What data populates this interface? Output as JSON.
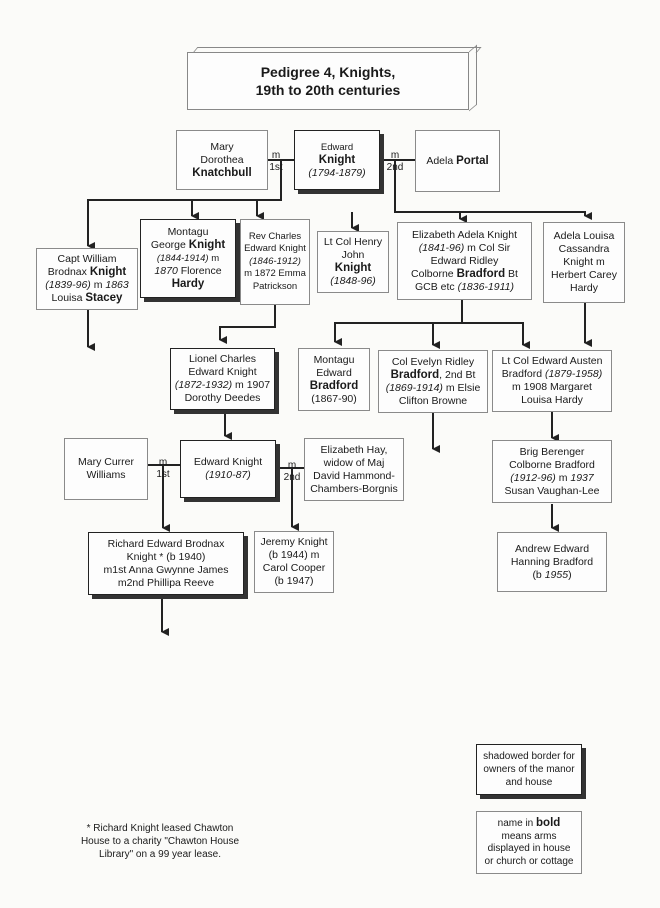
{
  "title": {
    "line1": "Pedigree 4, Knights,",
    "line2": "19th to 20th centuries"
  },
  "people": {
    "mary_k": {
      "a": "Mary",
      "b": "Dorothea",
      "c": "Knatchbull"
    },
    "edward": {
      "a": "Edward",
      "b": "Knight",
      "c": "(1794-1879)"
    },
    "adela": {
      "a": "Adela ",
      "b": "Portal"
    },
    "william": {
      "a": "Capt William",
      "b": "Brodnax ",
      "c": "Knight",
      "d": "(1839-96)",
      "e": " m ",
      "f": "1863",
      "g": "Louisa ",
      "h": "Stacey"
    },
    "montagu_g": {
      "a": "Montagu",
      "b": "George ",
      "c": "Knight",
      "d": "(1844-1914)",
      "e": " m",
      "f": "1870",
      "g": " Florence",
      "h": "Hardy"
    },
    "charles": {
      "a": "Rev Charles",
      "b": "Edward Knight",
      "c": "(1846-1912)",
      "d": "m 1872 Emma",
      "e": "Patrickson"
    },
    "henry": {
      "a": "Lt Col Henry",
      "b": "John",
      "c": "Knight",
      "d": "(1848-96)"
    },
    "elizabeth": {
      "a": "Elizabeth Adela Knight",
      "b": "(1841-96)",
      "c": " m Col Sir",
      "d": "Edward Ridley",
      "e": "Colborne ",
      "f": "Bradford",
      "g": " Bt",
      "h": "GCB etc ",
      "i": "(1836-1911)"
    },
    "adela_louisa": {
      "a": "Adela Louisa",
      "b": "Cassandra",
      "c": "Knight m",
      "d": "Herbert Carey",
      "e": "Hardy"
    },
    "lionel": {
      "a": "Lionel Charles",
      "b": "Edward Knight",
      "c": "(1872-1932)",
      "d": " m 1907",
      "e": "Dorothy Deedes"
    },
    "montagu_e": {
      "a": "Montagu",
      "b": "Edward",
      "c": "Bradford",
      "d": "(1867-90)"
    },
    "evelyn": {
      "a": "Col Evelyn Ridley",
      "b": "Bradford",
      "c": ", 2nd Bt",
      "d": "(1869-1914)",
      "e": " m Elsie",
      "f": "Clifton Browne"
    },
    "edward_austen": {
      "a": "Lt Col Edward Austen",
      "b": "Bradford ",
      "c": "(1879-1958)",
      "d": "m 1908 Margaret",
      "e": "Louisa Hardy"
    },
    "mary_w": {
      "a": "Mary Currer",
      "b": "Williams"
    },
    "edward2": {
      "a": "Edward Knight",
      "b": "(1910-87)"
    },
    "elizabeth_hay": {
      "a": "Elizabeth Hay,",
      "b": "widow of Maj",
      "c": "David Hammond-",
      "d": "Chambers-Borgnis"
    },
    "berenger": {
      "a": "Brig Berenger",
      "b": "Colborne Bradford",
      "c": "(1912-96)",
      "d": " m ",
      "e": "1937",
      "f": "Susan Vaughan-Lee"
    },
    "richard": {
      "a": "Richard Edward Brodnax",
      "b": "Knight * (b 1940)",
      "c": "m1st Anna Gwynne James",
      "d": "m2nd Phillipa Reeve"
    },
    "jeremy": {
      "a": "Jeremy Knight",
      "b": "(b 1944) m",
      "c": "Carol Cooper",
      "d": "(b 1947)"
    },
    "andrew": {
      "a": "Andrew Edward",
      "b": "Hanning Bradford",
      "c": "(b ",
      "d": "1955",
      "e": ")"
    }
  },
  "marriage_marks": {
    "m1": {
      "m": "m",
      "ord": "1st"
    },
    "m2": {
      "m": "m",
      "ord": "2nd"
    },
    "m3": {
      "m": "m",
      "ord": "1st"
    },
    "m4": {
      "m": "m",
      "ord": "2nd"
    }
  },
  "legend": {
    "shadow": {
      "a": "shadowed border for",
      "b": "owners of the manor",
      "c": "and house"
    },
    "bold": {
      "a": "name in ",
      "b": "bold",
      "c": "means arms",
      "d": "displayed in house",
      "e": "or church or cottage"
    }
  },
  "footnote": {
    "a": "* Richard Knight leased Chawton",
    "b": "House to a charity \"Chawton House",
    "c": "Library\" on a 99 year lease."
  }
}
